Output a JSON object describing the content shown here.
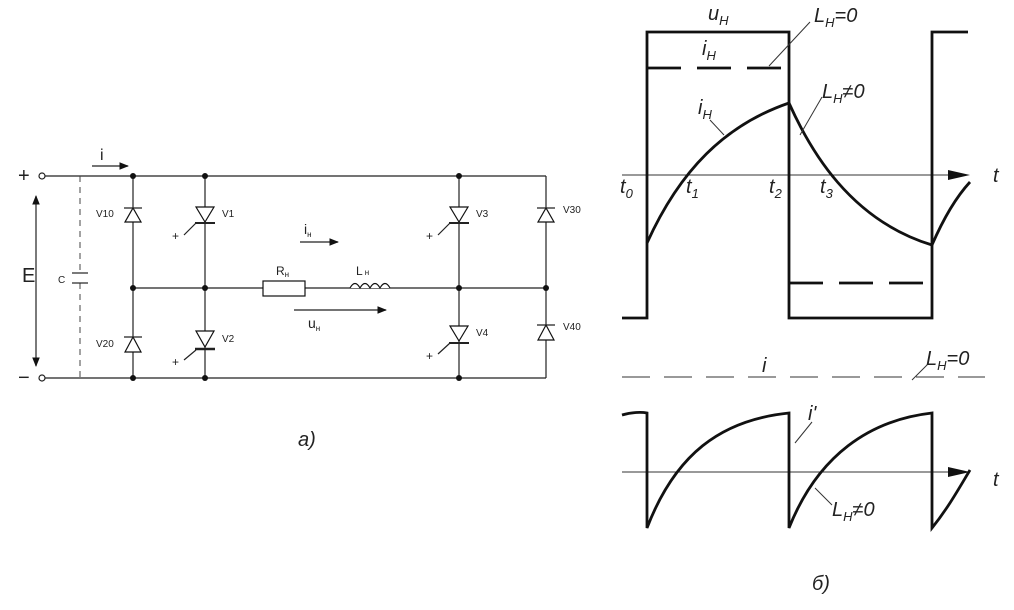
{
  "circuit": {
    "plus": "+",
    "minus": "−",
    "source": "E",
    "capacitor": "C",
    "i": "i",
    "i_load": "i",
    "i_load_sub": "н",
    "u_load": "u",
    "u_load_sub": "н",
    "R": "R",
    "R_sub": "н",
    "L": "L",
    "L_sub": "н",
    "V10": "V10",
    "V20": "V20",
    "V1": "V1",
    "V2": "V2",
    "V3": "V3",
    "V4": "V4",
    "V30": "V30",
    "V40": "V40",
    "caption": "а)"
  },
  "graph": {
    "u": "u",
    "u_sub": "H",
    "i": "i",
    "i_sub": "H",
    "i_dash": "i",
    "i_dash_sub": "H",
    "L0_label": "L",
    "L0_sub": "H",
    "L0_tail": "=0",
    "Lne_label": "L",
    "Lne_sub": "H",
    "Lne_tail": "≠0",
    "t_axis": "t",
    "t0": "t",
    "t0_sub": "0",
    "t1": "t",
    "t1_sub": "1",
    "t2": "t",
    "t2_sub": "2",
    "t3": "t",
    "t3_sub": "3",
    "i_src": "i",
    "L0b_label": "L",
    "L0b_sub": "H",
    "L0b_tail": "=0",
    "i_prime": "i'",
    "Lneb_label": "L",
    "Lneb_sub": "H",
    "Lneb_tail": "≠0",
    "t_axis2": "t",
    "caption": "б)"
  }
}
